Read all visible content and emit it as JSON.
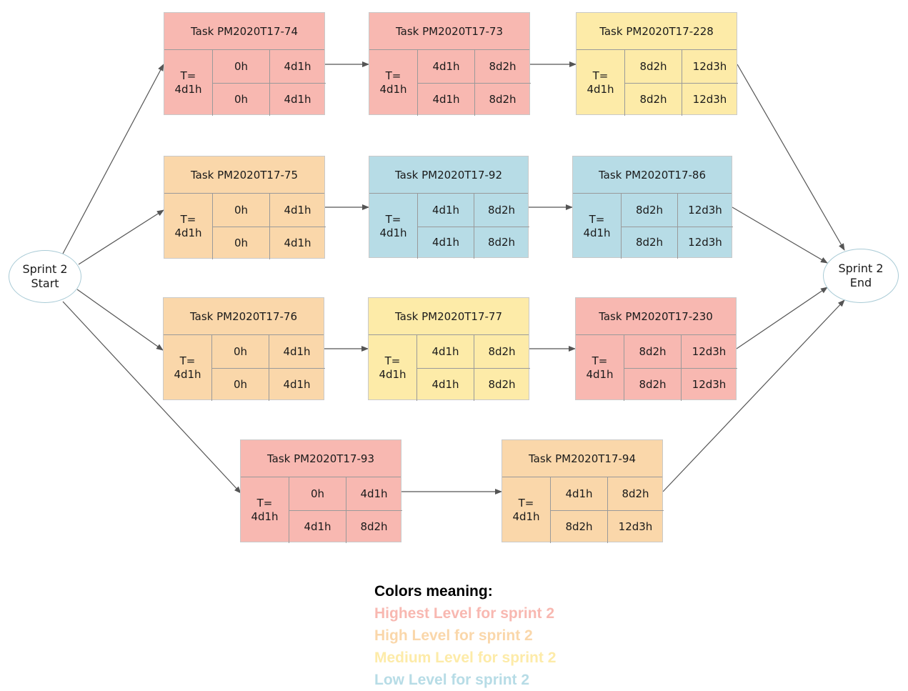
{
  "colors": {
    "highest": "#f8b8b1",
    "high": "#fad7aa",
    "medium": "#fdeba8",
    "low": "#b7dce6",
    "arrow": "#555555",
    "legend_title": "#000000"
  },
  "start": {
    "line1": "Sprint 2",
    "line2": "Start"
  },
  "end": {
    "line1": "Sprint 2",
    "line2": "End"
  },
  "tasks": [
    {
      "id": "t74",
      "title": "Task PM2020T17-74",
      "level": "highest",
      "t1": "T=",
      "t2": "4d1h",
      "a": "0h",
      "b": "4d1h",
      "c": "0h",
      "d": "4d1h"
    },
    {
      "id": "t73",
      "title": "Task PM2020T17-73",
      "level": "highest",
      "t1": "T=",
      "t2": "4d1h",
      "a": "4d1h",
      "b": "8d2h",
      "c": "4d1h",
      "d": "8d2h"
    },
    {
      "id": "t228",
      "title": "Task PM2020T17-228",
      "level": "medium",
      "t1": "T=",
      "t2": "4d1h",
      "a": "8d2h",
      "b": "12d3h",
      "c": "8d2h",
      "d": "12d3h"
    },
    {
      "id": "t75",
      "title": "Task PM2020T17-75",
      "level": "high",
      "t1": "T=",
      "t2": "4d1h",
      "a": "0h",
      "b": "4d1h",
      "c": "0h",
      "d": "4d1h"
    },
    {
      "id": "t92",
      "title": "Task PM2020T17-92",
      "level": "low",
      "t1": "T=",
      "t2": "4d1h",
      "a": "4d1h",
      "b": "8d2h",
      "c": "4d1h",
      "d": "8d2h"
    },
    {
      "id": "t86",
      "title": "Task PM2020T17-86",
      "level": "low",
      "t1": "T=",
      "t2": "4d1h",
      "a": "8d2h",
      "b": "12d3h",
      "c": "8d2h",
      "d": "12d3h"
    },
    {
      "id": "t76",
      "title": "Task PM2020T17-76",
      "level": "high",
      "t1": "T=",
      "t2": "4d1h",
      "a": "0h",
      "b": "4d1h",
      "c": "0h",
      "d": "4d1h"
    },
    {
      "id": "t77",
      "title": "Task PM2020T17-77",
      "level": "medium",
      "t1": "T=",
      "t2": "4d1h",
      "a": "4d1h",
      "b": "8d2h",
      "c": "4d1h",
      "d": "8d2h"
    },
    {
      "id": "t230",
      "title": "Task PM2020T17-230",
      "level": "highest",
      "t1": "T=",
      "t2": "4d1h",
      "a": "8d2h",
      "b": "12d3h",
      "c": "8d2h",
      "d": "12d3h"
    },
    {
      "id": "t93",
      "title": "Task PM2020T17-93",
      "level": "highest",
      "t1": "T=",
      "t2": "4d1h",
      "a": "0h",
      "b": "4d1h",
      "c": "4d1h",
      "d": "8d2h"
    },
    {
      "id": "t94",
      "title": "Task PM2020T17-94",
      "level": "high",
      "t1": "T=",
      "t2": "4d1h",
      "a": "4d1h",
      "b": "8d2h",
      "c": "8d2h",
      "d": "12d3h"
    }
  ],
  "legend": {
    "title": "Colors meaning:",
    "highest": "Highest Level for sprint 2",
    "high": "High Level for sprint 2",
    "medium": "Medium Level for sprint 2",
    "low": "Low Level for sprint 2"
  }
}
